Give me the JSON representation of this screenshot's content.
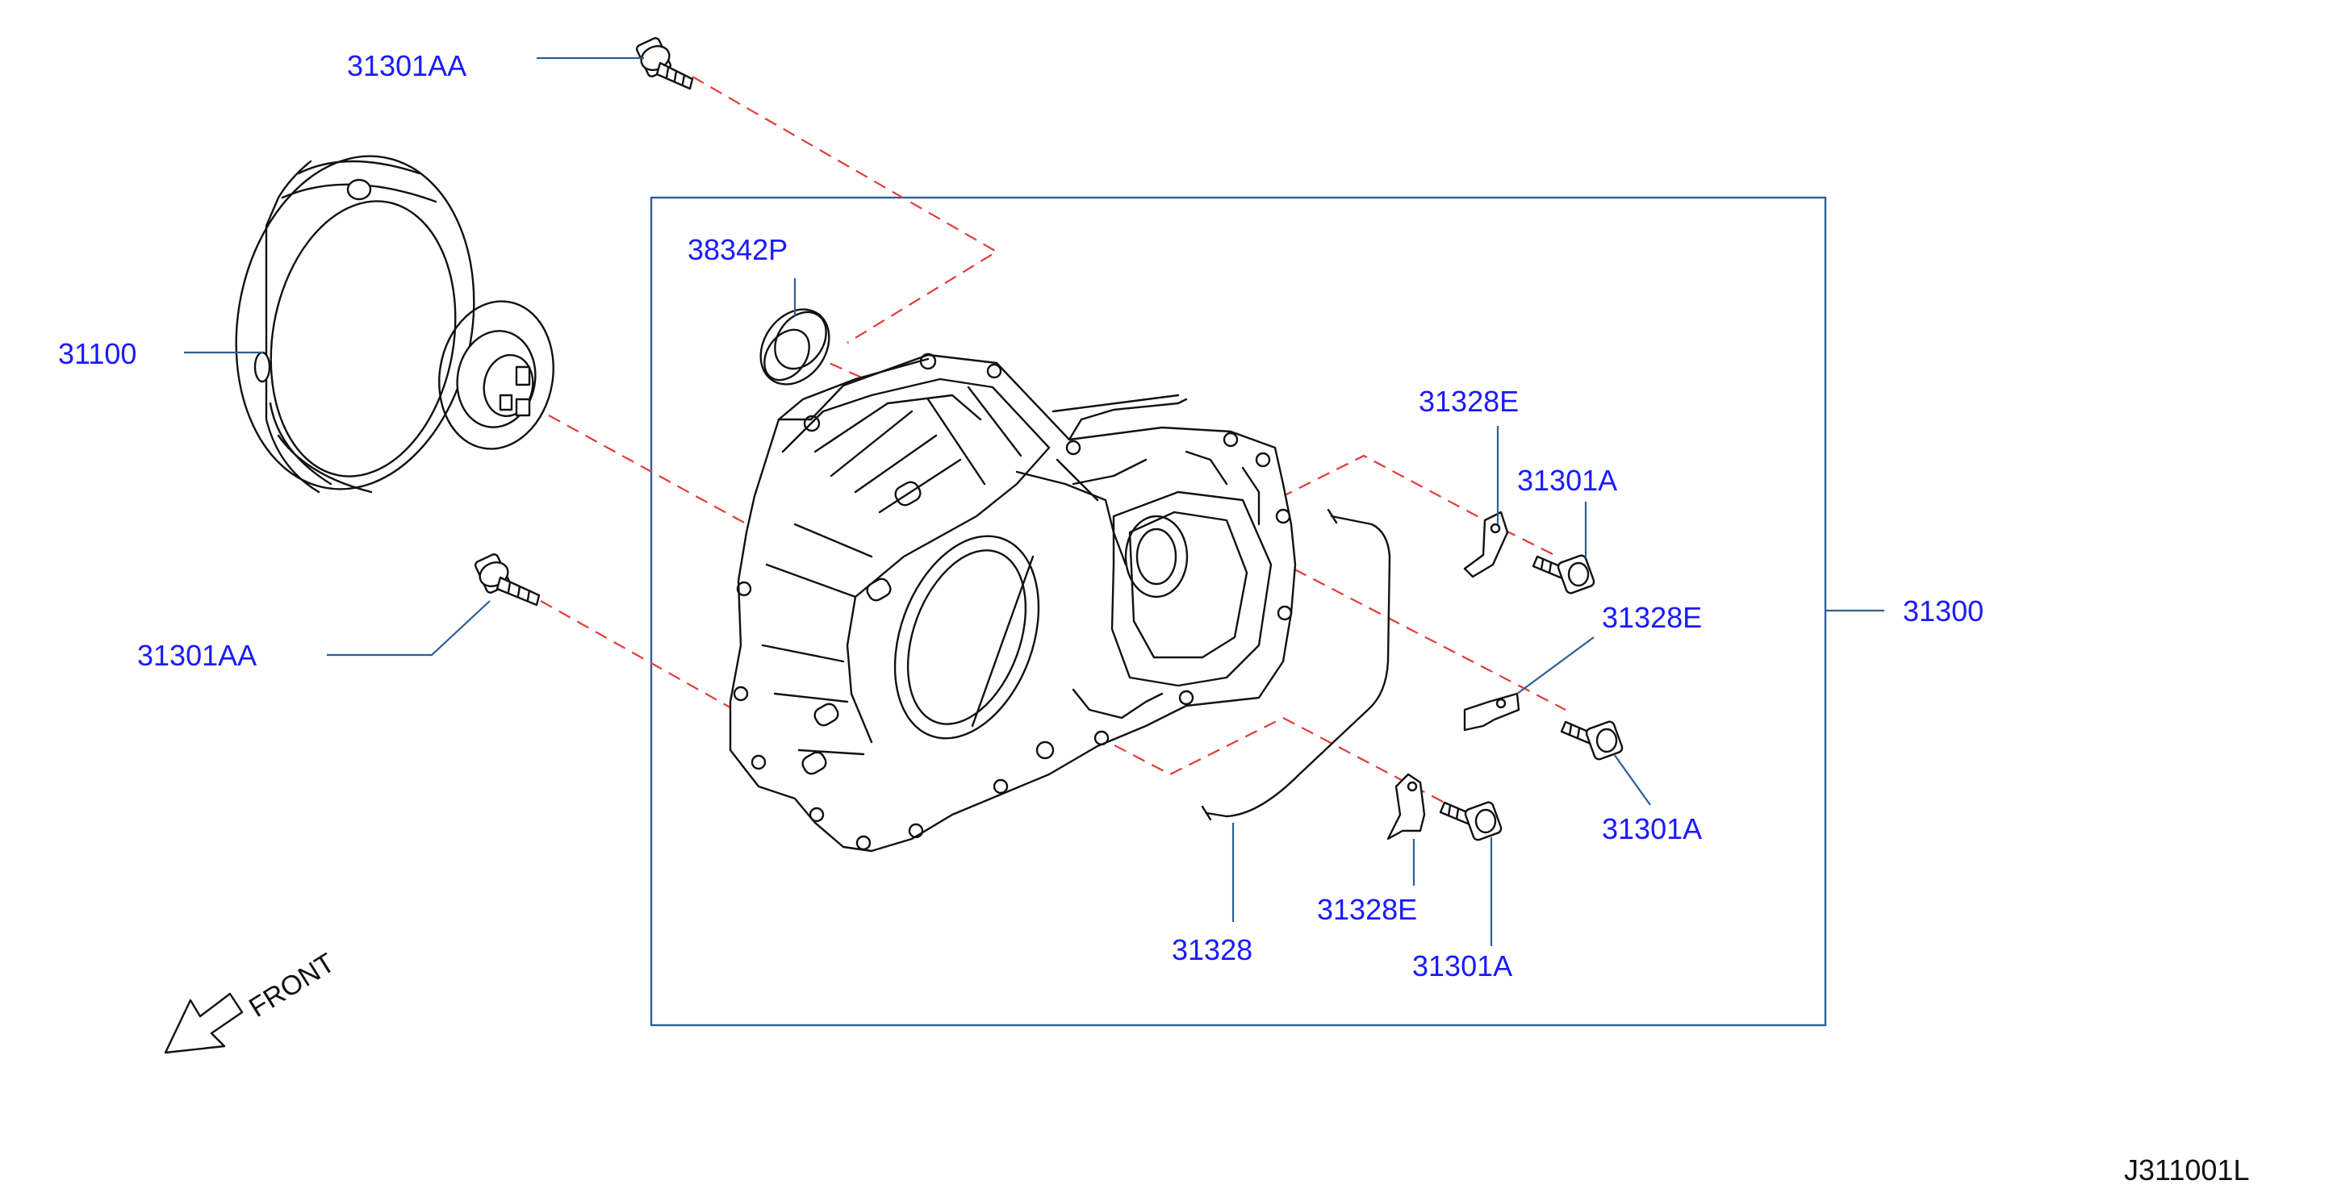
{
  "labels": {
    "bolt_top": "31301AA",
    "converter": "31100",
    "bolt_left": "31301AA",
    "oil_seal": "38342P",
    "clip_top": "31328E",
    "bolt_upper_right": "31301A",
    "clip_mid": "31328E",
    "housing": "31300",
    "bolt_mid_right": "31301A",
    "tube": "31328",
    "clip_low": "31328E",
    "bolt_low": "31301A"
  },
  "front_label": "FRONT",
  "diagram_code": "J311001L",
  "colors": {
    "label_text": "#1a1aff",
    "leader_line": "#2f5f95",
    "dashed_line": "#e23b3b",
    "part_outline": "#111111"
  },
  "icons": {
    "front_arrow": "front-arrow-icon"
  }
}
